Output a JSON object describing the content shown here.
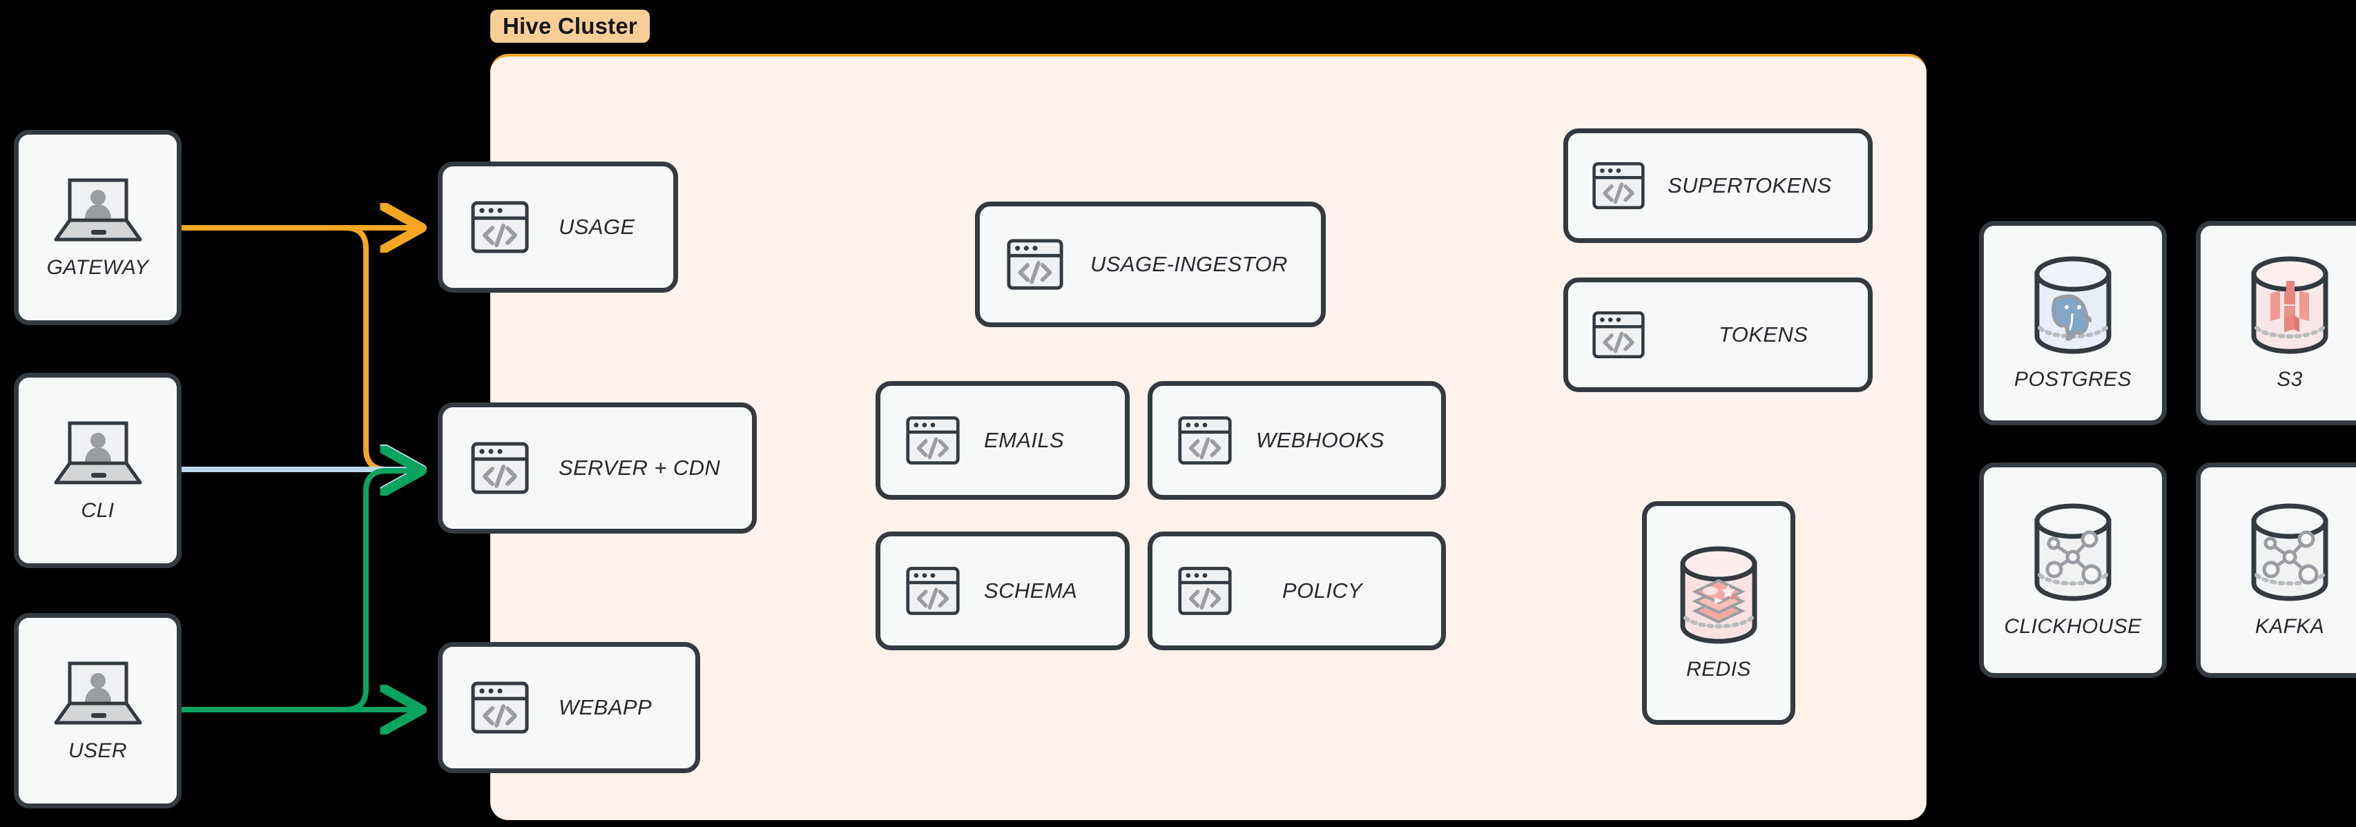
{
  "diagram": {
    "title": "Hive Cluster architecture",
    "background_color": "#000000"
  },
  "cluster": {
    "tag_label": "Hive Cluster",
    "tag_color": "#F9CE97",
    "panel_color": "#FDF3EC",
    "accent_color": "#F5A623"
  },
  "actors": [
    {
      "id": "gateway",
      "label": "GATEWAY",
      "icon": "laptop-user-icon"
    },
    {
      "id": "cli",
      "label": "CLI",
      "icon": "laptop-user-icon"
    },
    {
      "id": "user",
      "label": "USER",
      "icon": "laptop-user-icon"
    }
  ],
  "edge_services": [
    {
      "id": "usage",
      "label": "USAGE",
      "icon": "code-window-icon"
    },
    {
      "id": "server-cdn",
      "label": "SERVER + CDN",
      "icon": "code-window-icon"
    },
    {
      "id": "webapp",
      "label": "WEBAPP",
      "icon": "code-window-icon"
    }
  ],
  "core_services": [
    {
      "id": "usage-ingestor",
      "label": "USAGE-INGESTOR",
      "icon": "code-window-icon"
    },
    {
      "id": "emails",
      "label": "EMAILS",
      "icon": "code-window-icon"
    },
    {
      "id": "webhooks",
      "label": "WEBHOOKS",
      "icon": "code-window-icon"
    },
    {
      "id": "schema",
      "label": "SCHEMA",
      "icon": "code-window-icon"
    },
    {
      "id": "policy",
      "label": "POLICY",
      "icon": "code-window-icon"
    }
  ],
  "auth_services": [
    {
      "id": "supertokens",
      "label": "SUPERTOKENS",
      "icon": "code-window-icon"
    },
    {
      "id": "tokens",
      "label": "TOKENS",
      "icon": "code-window-icon"
    }
  ],
  "cluster_datastores": [
    {
      "id": "redis",
      "label": "REDIS",
      "icon": "redis-cylinder-icon",
      "tint": "#F8DFDF"
    }
  ],
  "external_datastores": [
    {
      "id": "postgres",
      "label": "POSTGRES",
      "icon": "postgres-cylinder-icon",
      "tint": "#E6EDF7"
    },
    {
      "id": "s3",
      "label": "S3",
      "icon": "s3-cylinder-icon",
      "tint": "#F9E4E4"
    },
    {
      "id": "clickhouse",
      "label": "CLICKHOUSE",
      "icon": "clickhouse-cylinder-icon",
      "tint": "#F0F1F1"
    },
    {
      "id": "kafka",
      "label": "KAFKA",
      "icon": "kafka-cylinder-icon",
      "tint": "#F0F1F1"
    }
  ],
  "connections": [
    {
      "id": "gateway-to-usage",
      "from": "GATEWAY",
      "to": "USAGE",
      "color": "#F5A623"
    },
    {
      "id": "gateway-to-server-cdn",
      "from": "GATEWAY",
      "to": "SERVER + CDN",
      "color": "#F5A623"
    },
    {
      "id": "cli-to-server-cdn",
      "from": "CLI",
      "to": "SERVER + CDN",
      "color": "#BBD7EC"
    },
    {
      "id": "user-to-server-cdn",
      "from": "USER",
      "to": "SERVER + CDN",
      "color": "#0BA360"
    },
    {
      "id": "user-to-webapp",
      "from": "USER",
      "to": "WEBAPP",
      "color": "#0BA360"
    }
  ]
}
